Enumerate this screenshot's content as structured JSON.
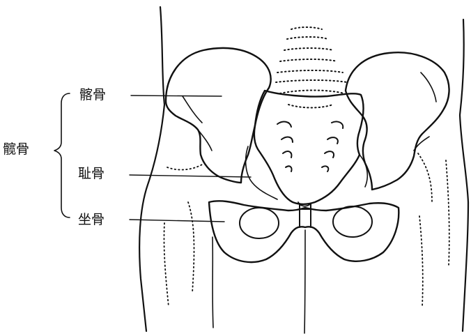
{
  "labels": {
    "hip_bone": "髋骨",
    "ilium": "髂骨",
    "pubis": "耻骨",
    "ischium": "坐骨"
  },
  "colors": {
    "ink": "#111111",
    "background": "#ffffff"
  }
}
